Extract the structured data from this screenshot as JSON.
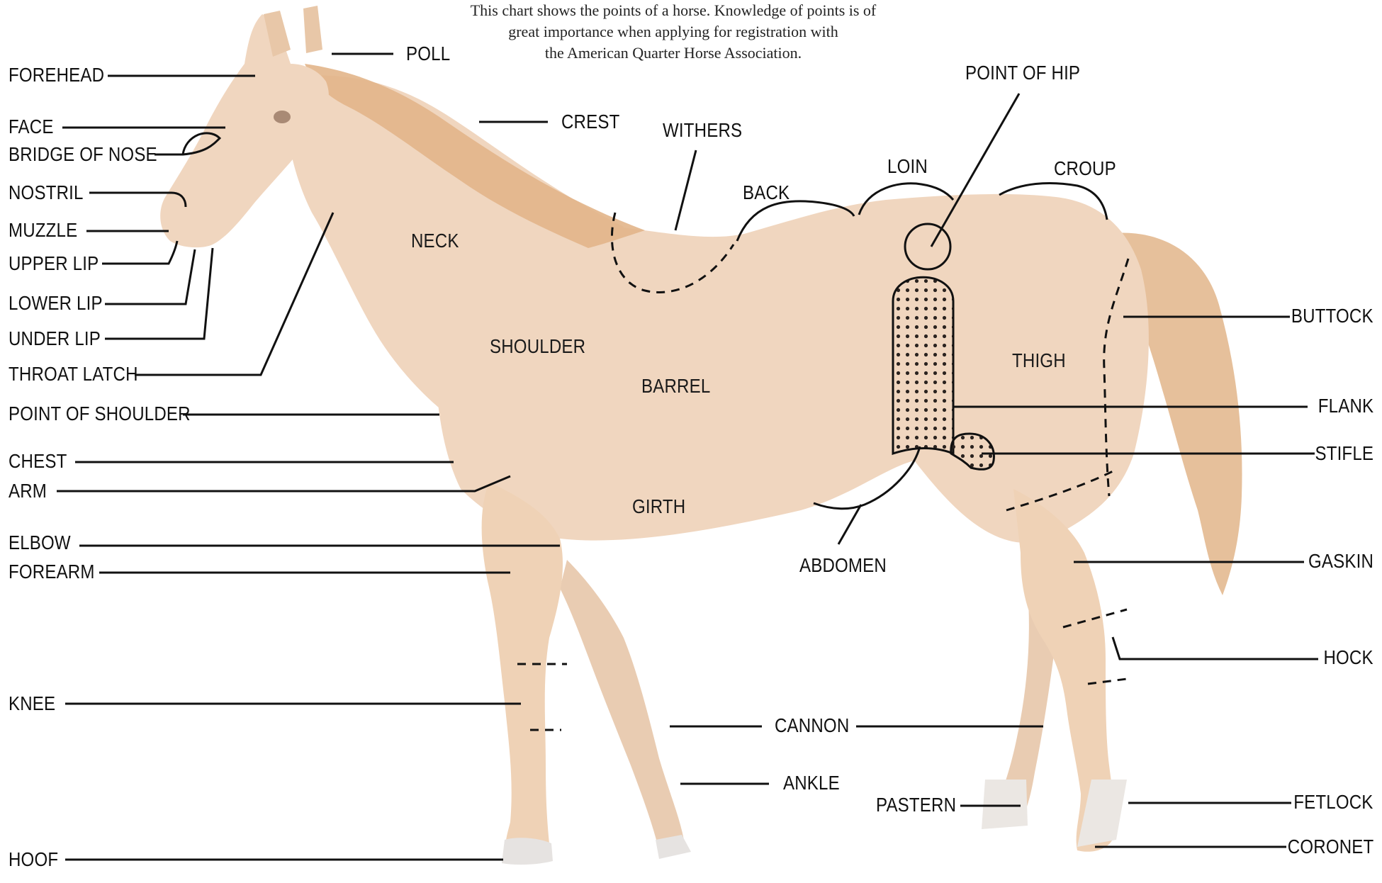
{
  "caption": {
    "line1": "This chart shows the points of a horse. Knowledge of points is of",
    "line2": "great importance when applying for registration with",
    "line3": "the American Quarter Horse Association."
  },
  "colors": {
    "horse_body": "#f0d6bf",
    "horse_shadow": "#e4bf9f",
    "mane_tail": "#e2b58a",
    "hooves": "#e6e3e1",
    "line": "#111111",
    "dots": "#2a2320"
  },
  "labels": {
    "forehead": "FOREHEAD",
    "face": "FACE",
    "bridge_of_nose": "BRIDGE OF NOSE",
    "nostril": "NOSTRIL",
    "muzzle": "MUZZLE",
    "upper_lip": "UPPER LIP",
    "lower_lip": "LOWER LIP",
    "under_lip": "UNDER LIP",
    "throat_latch": "THROAT LATCH",
    "point_of_shoulder": "POINT OF SHOULDER",
    "chest": "CHEST",
    "arm": "ARM",
    "elbow": "ELBOW",
    "forearm": "FOREARM",
    "knee": "KNEE",
    "hoof": "HOOF",
    "poll": "POLL",
    "crest": "CREST",
    "withers": "WITHERS",
    "back": "BACK",
    "loin": "LOIN",
    "point_of_hip": "POINT OF HIP",
    "croup": "CROUP",
    "neck": "NECK",
    "shoulder": "SHOULDER",
    "barrel": "BARREL",
    "girth": "GIRTH",
    "thigh": "THIGH",
    "abdomen": "ABDOMEN",
    "cannon": "CANNON",
    "ankle": "ANKLE",
    "pastern": "PASTERN",
    "buttock": "BUTTOCK",
    "flank": "FLANK",
    "stifle": "STIFLE",
    "gaskin": "GASKIN",
    "hock": "HOCK",
    "fetlock": "FETLOCK",
    "coronet": "CORONET"
  }
}
